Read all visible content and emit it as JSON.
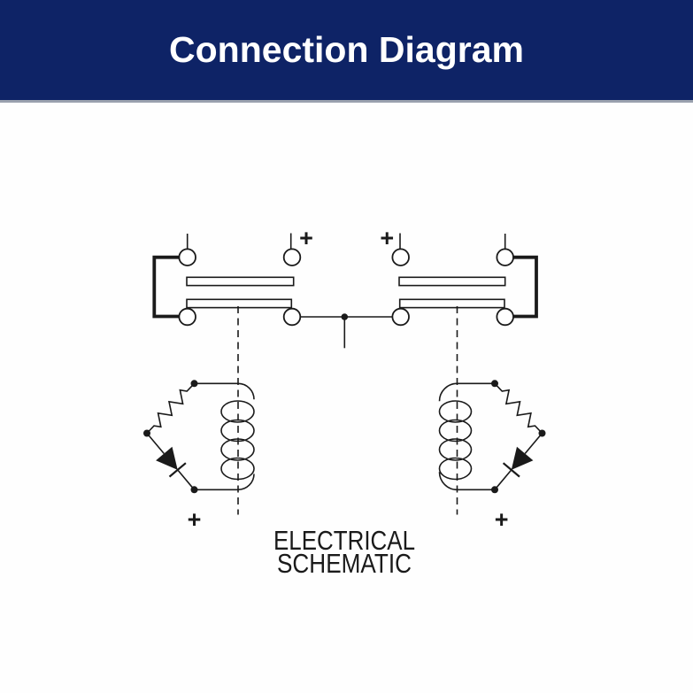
{
  "theme": {
    "banner-bg": "#0e2366",
    "banner-border": "#9aa1ae",
    "banner-text": "#ffffff",
    "line": "#1a1a1a",
    "page-bg": "#fefefe"
  },
  "header": {
    "title": "Connection Diagram"
  },
  "schematic": {
    "caption": {
      "line1": "ELECTRICAL",
      "line2": "SCHEMATIC"
    },
    "plus_marks": {
      "top_left": "+",
      "top_right": "+",
      "bottom_left": "+",
      "bottom_right": "+"
    }
  }
}
